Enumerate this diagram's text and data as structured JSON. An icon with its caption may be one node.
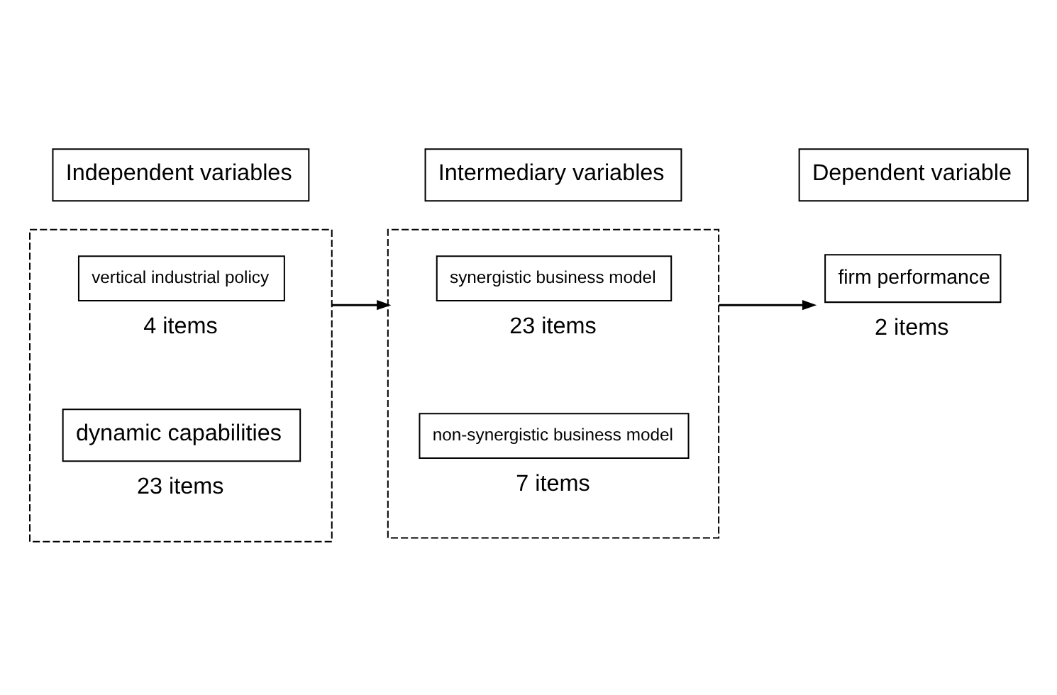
{
  "diagram": {
    "nodes": [
      {
        "text": [
          "Independent variables"
        ]
      },
      {
        "text": [
          "Intermediary variables"
        ]
      },
      {
        "text": [
          "Dependent variable"
        ]
      },
      {
        "text": [],
        "shape": "box"
      },
      {
        "text": [
          "vertical industrial policy"
        ],
        "in": 3,
        "beside": [
          "4 items"
        ]
      },
      {
        "text": [
          "dynamic capabilities"
        ],
        "in": 3,
        "beside": [
          "23 items"
        ]
      },
      {
        "text": [],
        "shape": "box"
      },
      {
        "text": [
          "synergistic business model"
        ],
        "in": 6,
        "beside": [
          "23 items"
        ]
      },
      {
        "text": [
          "non-synergistic business model"
        ],
        "in": 6,
        "beside": [
          "7 items"
        ]
      },
      {
        "text": [
          "firm performance"
        ],
        "beside": [
          "2 items"
        ]
      }
    ],
    "edges": [
      {
        "from": 3,
        "to": 6,
        "arrow": "to"
      },
      {
        "from": 6,
        "to": 9,
        "arrow": "to"
      }
    ]
  }
}
